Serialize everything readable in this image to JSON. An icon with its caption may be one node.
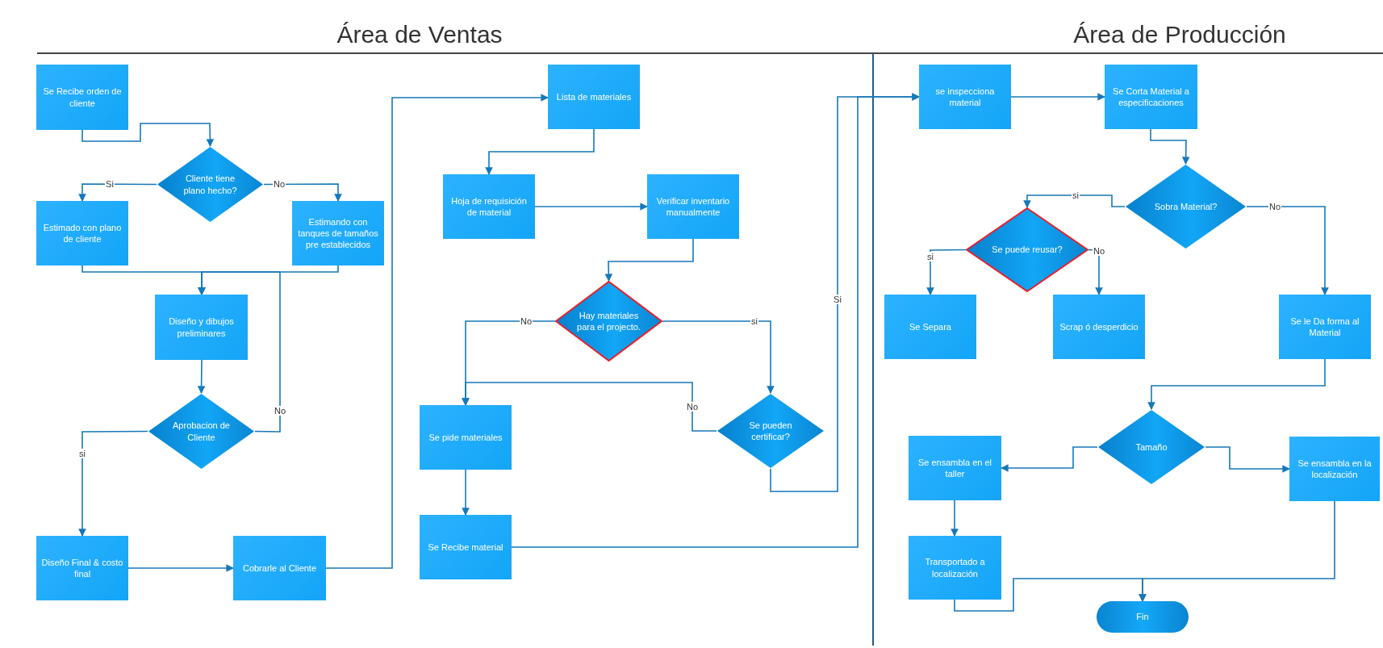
{
  "diagram": {
    "nodes": [
      {
        "text": [
          "Se Recibe orden de cliente"
        ]
      },
      {
        "text": [
          "Cliente tiene plano hecho?"
        ]
      },
      {
        "text": [
          "Estimado con plano de cliente"
        ]
      },
      {
        "text": [
          "Estimando con tanques de tamaños pre establecidos"
        ]
      },
      {
        "text": [
          "Diseño y dibujos preliminares"
        ]
      },
      {
        "text": [
          "Aprobacion de Cliente"
        ]
      },
      {
        "text": [
          "Diseño Final & costo final"
        ]
      },
      {
        "text": [
          "Cobrarle al Cliente"
        ]
      },
      {
        "text": [
          "Lista de materiales"
        ]
      },
      {
        "text": [
          "Hoja de requisición de material"
        ]
      },
      {
        "text": [
          "Verificar inventario manualmente"
        ]
      },
      {
        "text": [
          "Hay materiales para el projecto."
        ]
      },
      {
        "text": [
          "Se pueden certificar?"
        ]
      },
      {
        "text": [
          "Se pide materiales"
        ]
      },
      {
        "text": [
          "Se Recibe material"
        ]
      },
      {
        "text": [
          "se inspecciona material"
        ]
      },
      {
        "text": [
          "Se Corta Material a especificaciones"
        ]
      },
      {
        "text": [
          "Sobra Material?"
        ]
      },
      {
        "text": [
          "Se puede reusar?"
        ]
      },
      {
        "text": [
          "Se Separa"
        ]
      },
      {
        "text": [
          "Scrap ó desperdicio"
        ]
      },
      {
        "text": [
          "Se le Da forma al Material"
        ]
      },
      {
        "text": [
          "Tamaño"
        ]
      },
      {
        "text": [
          "Se ensambla en el taller"
        ]
      },
      {
        "text": [
          "Transportado a localización"
        ]
      },
      {
        "text": [
          "Se ensambla en la localización"
        ]
      },
      {
        "text": [
          "Fin"
        ]
      }
    ],
    "edges": [
      {
        "from": 0,
        "to": 1,
        "arrow": "to"
      },
      {
        "from": 1,
        "to": 2,
        "arrow": "to",
        "label": "Si"
      },
      {
        "from": 1,
        "to": 3,
        "arrow": "to",
        "label": "No"
      },
      {
        "from": 2,
        "to": 4,
        "arrow": "to"
      },
      {
        "from": 3,
        "to": 4,
        "arrow": "to"
      },
      {
        "from": 4,
        "to": 5,
        "arrow": "to"
      },
      {
        "from": 5,
        "to": 6,
        "arrow": "to",
        "label": "si"
      },
      {
        "from": 5,
        "to": 4,
        "arrow": "to",
        "label": "No"
      },
      {
        "from": 6,
        "to": 7,
        "arrow": "to"
      },
      {
        "from": 7,
        "to": 8,
        "arrow": "to"
      },
      {
        "from": 8,
        "to": 9,
        "arrow": "to"
      },
      {
        "from": 9,
        "to": 10,
        "arrow": "to"
      },
      {
        "from": 10,
        "to": 11,
        "arrow": "to"
      },
      {
        "from": 11,
        "to": 13,
        "arrow": "to",
        "label": "No"
      },
      {
        "from": 11,
        "to": 12,
        "arrow": "to",
        "label": "si"
      },
      {
        "from": 12,
        "to": 13,
        "arrow": "to",
        "label": "No"
      },
      {
        "from": 12,
        "to": 15,
        "arrow": "to",
        "label": "Si"
      },
      {
        "from": 14,
        "to": 15,
        "arrow": "to"
      },
      {
        "from": 13,
        "to": 14,
        "arrow": "to"
      },
      {
        "from": 15,
        "to": 16,
        "arrow": "to"
      },
      {
        "from": 16,
        "to": 17,
        "arrow": "to"
      },
      {
        "from": 17,
        "to": 18,
        "arrow": "to",
        "label": "si"
      },
      {
        "from": 17,
        "to": 21,
        "arrow": "to",
        "label": "No"
      },
      {
        "from": 18,
        "to": 19,
        "arrow": "to",
        "label": "si"
      },
      {
        "from": 18,
        "to": 20,
        "arrow": "to",
        "label": "No"
      },
      {
        "from": 21,
        "to": 22,
        "arrow": "to"
      },
      {
        "from": 22,
        "to": 23,
        "arrow": "to"
      },
      {
        "from": 22,
        "to": 25,
        "arrow": "to"
      },
      {
        "from": 23,
        "to": 24,
        "arrow": "to"
      },
      {
        "from": 24,
        "to": 26,
        "arrow": "to"
      },
      {
        "from": 25,
        "to": 26,
        "arrow": "to"
      }
    ],
    "labels": [
      "Área de Ventas",
      "Área de Producción"
    ]
  }
}
